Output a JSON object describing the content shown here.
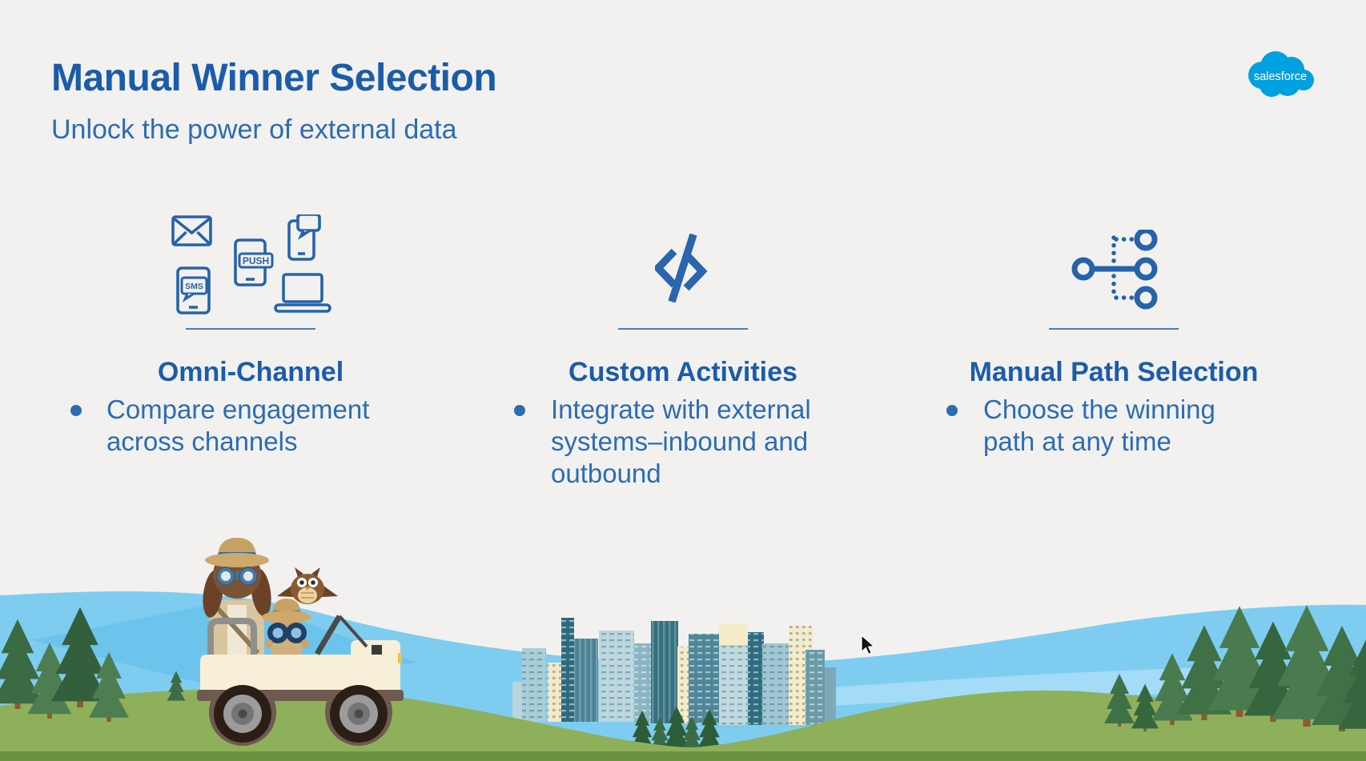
{
  "slide": {
    "title": "Manual Winner Selection",
    "subtitle": "Unlock the power of external data"
  },
  "logo": {
    "text": "salesforce"
  },
  "columns": [
    {
      "heading": "Omni-Channel",
      "icon": "omni-channel-devices-icon",
      "bullet_lines": [
        "Compare engagement",
        "across channels"
      ]
    },
    {
      "heading": "Custom Activities",
      "icon": "code-icon",
      "bullet_lines": [
        "Integrate with external",
        "systems–inbound and",
        "outbound"
      ]
    },
    {
      "heading": "Manual Path Selection",
      "icon": "manual-path-icon",
      "bullet_lines": [
        "Choose the winning",
        "path at any time"
      ]
    }
  ],
  "device_icon_labels": {
    "push": "PUSH",
    "sms": "SMS"
  },
  "colors": {
    "heading_blue": "#1b5ca9",
    "body_blue": "#2b6cb4",
    "icon_blue": "#2563ab",
    "divider_blue": "#4a7fba",
    "logo_cloud_blue": "#00a1e0",
    "background": "#f2f1ef",
    "hill_blue": "#7ecdf1",
    "grass_green": "#8fb05a"
  }
}
